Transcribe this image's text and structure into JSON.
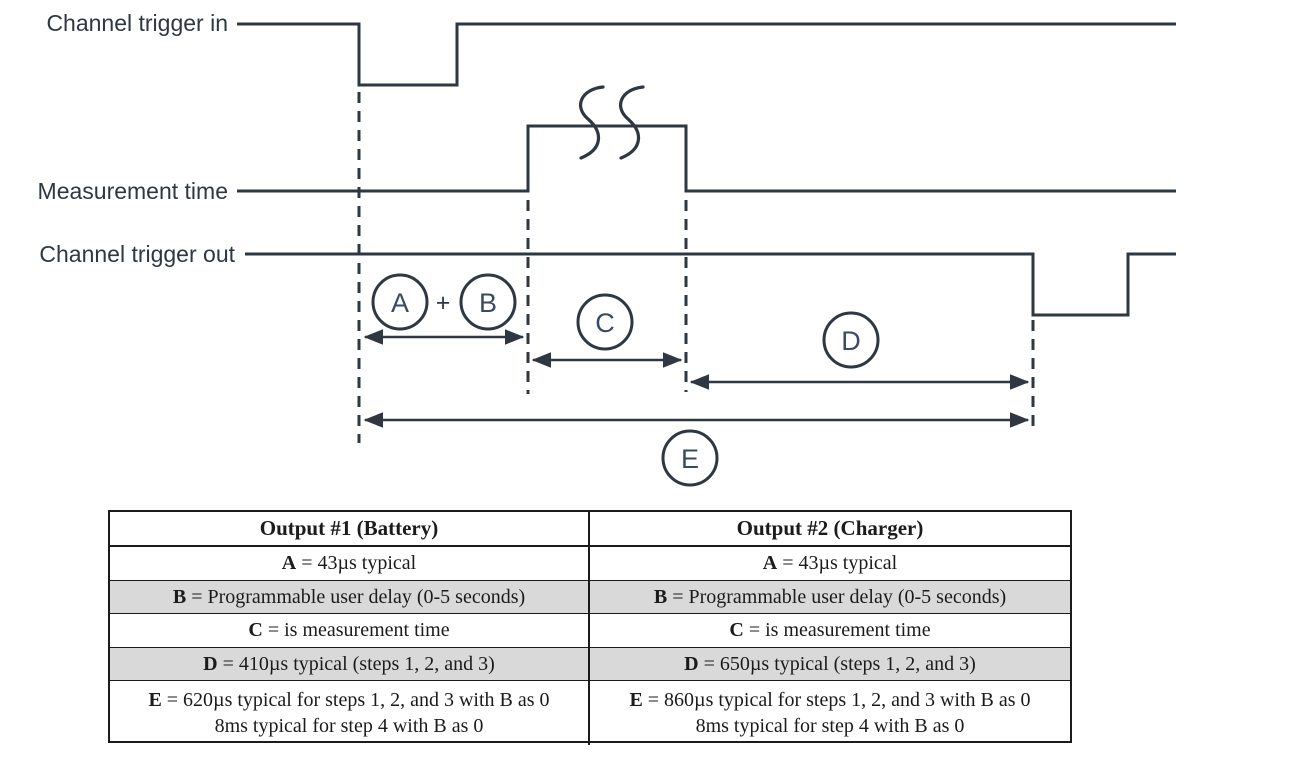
{
  "diagram": {
    "signal_labels": [
      "Channel trigger in",
      "Measurement time",
      "Channel trigger out"
    ],
    "interval_markers": {
      "a": "A",
      "plus": "+",
      "b": "B",
      "c": "C",
      "d": "D",
      "e": "E"
    },
    "colors": {
      "line": "#2e3742",
      "letter": "#3a4a66"
    }
  },
  "table": {
    "shading_color": "#d9d9d9",
    "columns": [
      {
        "header": "Output #1 (Battery)",
        "rows": [
          {
            "key": "A",
            "text": " = 43µs typical"
          },
          {
            "key": "B",
            "text": " = Programmable user delay (0-5 seconds)"
          },
          {
            "key": "C",
            "text": " = is measurement time"
          },
          {
            "key": "D",
            "text": " = 410µs typical (steps 1, 2, and 3)"
          },
          {
            "key": "E",
            "text": " = 620µs typical for steps 1, 2, and 3 with B as 0",
            "text2": "8ms typical for step 4 with B as 0"
          }
        ]
      },
      {
        "header": "Output #2 (Charger)",
        "rows": [
          {
            "key": "A",
            "text": " = 43µs typical"
          },
          {
            "key": "B",
            "text": " = Programmable user delay (0-5 seconds)"
          },
          {
            "key": "C",
            "text": " = is measurement time"
          },
          {
            "key": "D",
            "text": " = 650µs typical (steps 1, 2, and 3)"
          },
          {
            "key": "E",
            "text": " = 860µs typical for steps 1, 2, and 3 with B as 0",
            "text2": "8ms typical for step 4 with B as 0"
          }
        ]
      }
    ]
  }
}
